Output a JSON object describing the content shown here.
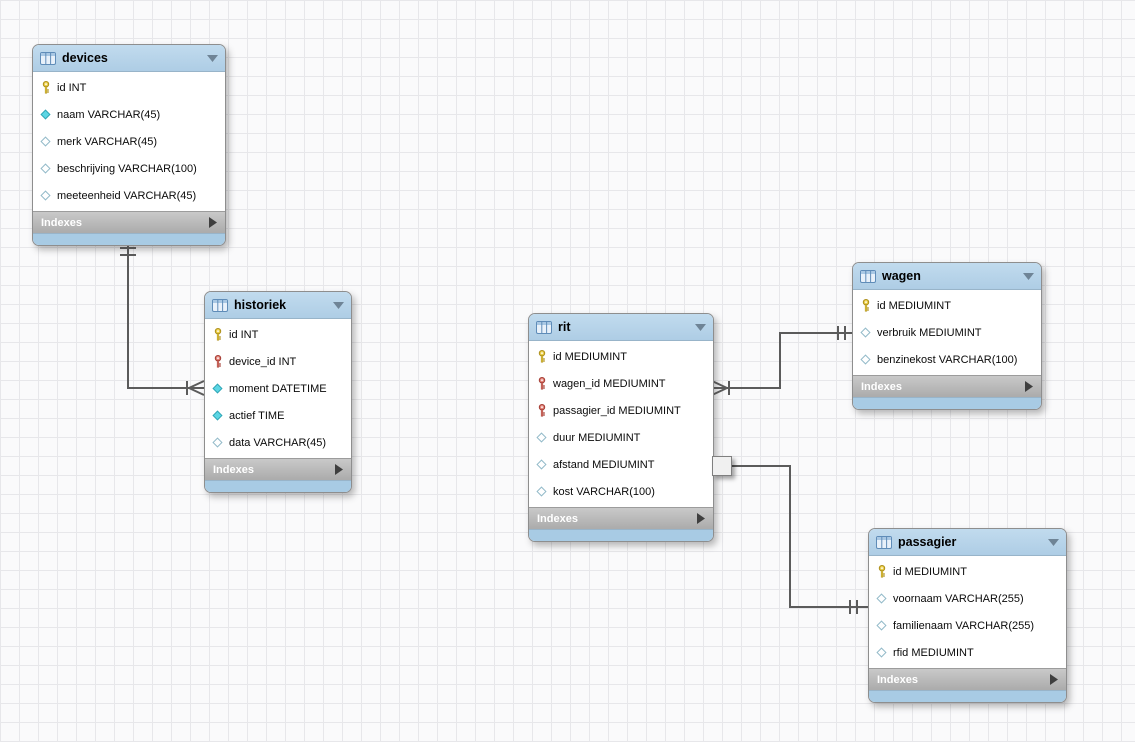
{
  "ui": {
    "indexes_label": "Indexes"
  },
  "colors": {
    "header_blue": "#aecde5",
    "footer_blue": "#a8cbe4",
    "canvas_bg": "#fafafb",
    "grid_line": "#e7e7ea",
    "line_color": "#5b5b5b",
    "pk_fill": "#ecd04c",
    "fk_fill": "#e4867c",
    "diamond_fill": "#5cd6e4"
  },
  "tables": {
    "devices": {
      "title": "devices",
      "columns": [
        {
          "label": "id INT",
          "icon": "primary-key"
        },
        {
          "label": "naam VARCHAR(45)",
          "icon": "notnull-diamond"
        },
        {
          "label": "merk VARCHAR(45)",
          "icon": "nullable-diamond"
        },
        {
          "label": "beschrijving VARCHAR(100)",
          "icon": "nullable-diamond"
        },
        {
          "label": "meeteenheid VARCHAR(45)",
          "icon": "nullable-diamond"
        }
      ]
    },
    "historiek": {
      "title": "historiek",
      "columns": [
        {
          "label": "id INT",
          "icon": "primary-key"
        },
        {
          "label": "device_id INT",
          "icon": "foreign-key"
        },
        {
          "label": "moment DATETIME",
          "icon": "notnull-diamond"
        },
        {
          "label": "actief TIME",
          "icon": "notnull-diamond"
        },
        {
          "label": "data VARCHAR(45)",
          "icon": "nullable-diamond"
        }
      ]
    },
    "rit": {
      "title": "rit",
      "columns": [
        {
          "label": "id MEDIUMINT",
          "icon": "primary-key"
        },
        {
          "label": "wagen_id MEDIUMINT",
          "icon": "foreign-key"
        },
        {
          "label": "passagier_id MEDIUMINT",
          "icon": "foreign-key"
        },
        {
          "label": "duur MEDIUMINT",
          "icon": "nullable-diamond"
        },
        {
          "label": "afstand MEDIUMINT",
          "icon": "nullable-diamond"
        },
        {
          "label": "kost VARCHAR(100)",
          "icon": "nullable-diamond"
        }
      ]
    },
    "wagen": {
      "title": "wagen",
      "columns": [
        {
          "label": "id MEDIUMINT",
          "icon": "primary-key"
        },
        {
          "label": "verbruik MEDIUMINT",
          "icon": "nullable-diamond"
        },
        {
          "label": "benzinekost VARCHAR(100)",
          "icon": "nullable-diamond"
        }
      ]
    },
    "passagier": {
      "title": "passagier",
      "columns": [
        {
          "label": "id MEDIUMINT",
          "icon": "primary-key"
        },
        {
          "label": "voornaam VARCHAR(255)",
          "icon": "nullable-diamond"
        },
        {
          "label": "familienaam VARCHAR(255)",
          "icon": "nullable-diamond"
        },
        {
          "label": "rfid MEDIUMINT",
          "icon": "nullable-diamond"
        }
      ]
    }
  },
  "relationships": [
    {
      "from": "devices",
      "to": "historiek",
      "from_cardinality": "exactly-one",
      "to_cardinality": "one-to-many"
    },
    {
      "from": "wagen",
      "to": "rit",
      "from_cardinality": "exactly-one",
      "to_cardinality": "one-to-many"
    },
    {
      "from": "passagier",
      "to": "rit",
      "from_cardinality": "exactly-one",
      "to_cardinality": "one-to-many"
    }
  ]
}
